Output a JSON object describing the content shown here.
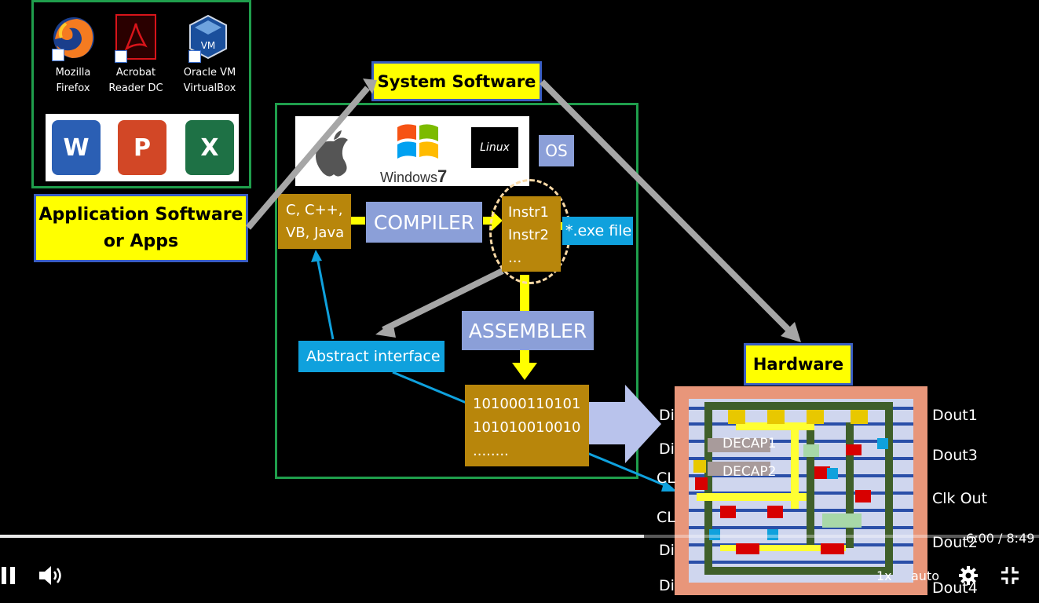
{
  "slide": {
    "desktop_icons": [
      {
        "label_line1": "Mozilla",
        "label_line2": "Firefox",
        "icon": "firefox-icon"
      },
      {
        "label_line1": "Acrobat",
        "label_line2": "Reader DC",
        "icon": "acrobat-icon"
      },
      {
        "label_line1": "Oracle VM",
        "label_line2": "VirtualBox",
        "icon": "virtualbox-icon"
      }
    ],
    "office_icons": [
      "W",
      "P",
      "X"
    ],
    "application_software_line1": "Application Software",
    "application_software_line2": "or Apps",
    "system_software": "System Software",
    "os_logos": {
      "windows_text": "Windows",
      "windows_version": "7",
      "linux_text": "Linux"
    },
    "os_label": "OS",
    "languages_line1": "C, C++,",
    "languages_line2": "VB, Java",
    "compiler": "COMPILER",
    "instructions": [
      "Instr1",
      "Instr2",
      "..."
    ],
    "exe_file": "*.exe file",
    "assembler": "ASSEMBLER",
    "abstract_interface": "Abstract interface",
    "binary": [
      "101000110101",
      "101010010010",
      "........"
    ],
    "hardware": "Hardware",
    "chip": {
      "pins_left": [
        "Di",
        "Di",
        "CL",
        "CL",
        "Di",
        "Di"
      ],
      "pins_right": [
        "Dout1",
        "Dout3",
        "Clk Out",
        "Dout2",
        "Dout4"
      ],
      "cells": [
        "DECAP1",
        "DECAP2"
      ]
    },
    "colors": {
      "green_frame": "#1f9e4c",
      "yellow": "#ffff00",
      "blue_border": "#3a5ec2",
      "brown": "#b8860b",
      "lavender": "#8b9fd8",
      "cyan": "#0fa1dd"
    }
  },
  "player": {
    "progress": 0.62,
    "time_current": "6:00",
    "time_separator": " / ",
    "time_total": "8:49",
    "speed": "1x",
    "quality": "auto"
  }
}
